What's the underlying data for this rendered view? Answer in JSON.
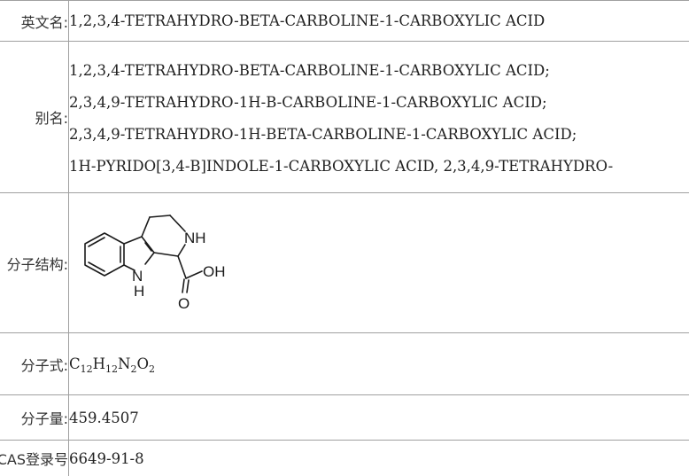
{
  "rows": {
    "english_name": {
      "label": "英文名:",
      "value": "1,2,3,4-TETRAHYDRO-BETA-CARBOLINE-1-CARBOXYLIC ACID"
    },
    "aliases": {
      "label": "别名:",
      "values": [
        "1,2,3,4-TETRAHYDRO-BETA-CARBOLINE-1-CARBOXYLIC ACID;",
        "2,3,4,9-TETRAHYDRO-1H-B-CARBOLINE-1-CARBOXYLIC ACID;",
        "2,3,4,9-TETRAHYDRO-1H-BETA-CARBOLINE-1-CARBOXYLIC ACID;",
        "1H-PYRIDO[3,4-B]INDOLE-1-CARBOXYLIC ACID, 2,3,4,9-TETRAHYDRO-"
      ]
    },
    "structure": {
      "label": "分子结构:",
      "atoms": {
        "nh_ring": "NH",
        "n_indole": "N",
        "h_indole": "H",
        "hydroxyl": "OH",
        "carbonyl_o": "O"
      }
    },
    "formula": {
      "label": "分子式:",
      "parts": [
        {
          "el": "C",
          "n": "12"
        },
        {
          "el": "H",
          "n": "12"
        },
        {
          "el": "N",
          "n": "2"
        },
        {
          "el": "O",
          "n": "2"
        }
      ]
    },
    "weight": {
      "label": "分子量:",
      "value": "459.4507"
    },
    "cas": {
      "label": "CAS登录号:",
      "value": "6649-91-8"
    }
  },
  "colors": {
    "border": "#a0a0a0",
    "text": "#222222",
    "structure_stroke": "#1a1a1a"
  }
}
